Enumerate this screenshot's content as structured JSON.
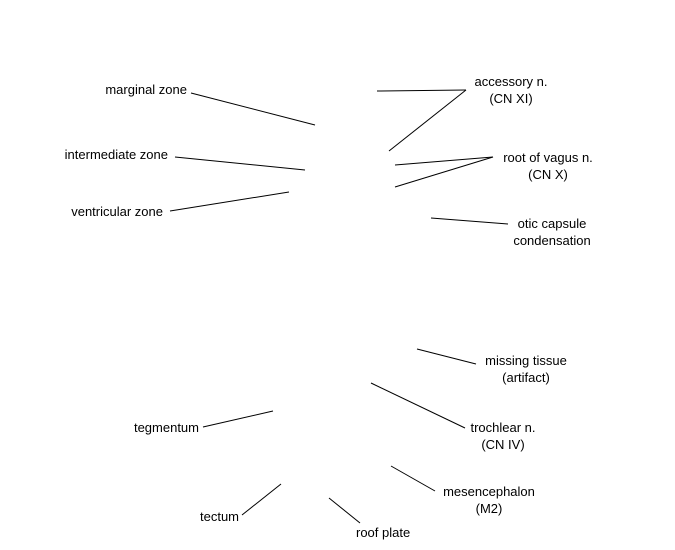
{
  "labels": {
    "marginal_zone": "marginal zone",
    "intermediate_zone": "intermediate zone",
    "ventricular_zone": "ventricular zone",
    "accessory_nerve": {
      "line1": "accessory n.",
      "line2": "(CN XI)"
    },
    "root_of_vagus": {
      "line1": "root of vagus n.",
      "line2": "(CN X)"
    },
    "otic_capsule": {
      "line1": "otic capsule",
      "line2": "condensation"
    },
    "missing_tissue": {
      "line1": "missing tissue",
      "line2": "(artifact)"
    },
    "trochlear_nerve": {
      "line1": "trochlear n.",
      "line2": "(CN IV)"
    },
    "tegmentum": "tegmentum",
    "mesencephalon": {
      "line1": "mesencephalon",
      "line2": "(M2)"
    },
    "tectum": "tectum",
    "roof_plate": "roof plate"
  },
  "colors": {
    "background": "#ffffff",
    "text": "#000000",
    "leader_line": "#000000"
  }
}
